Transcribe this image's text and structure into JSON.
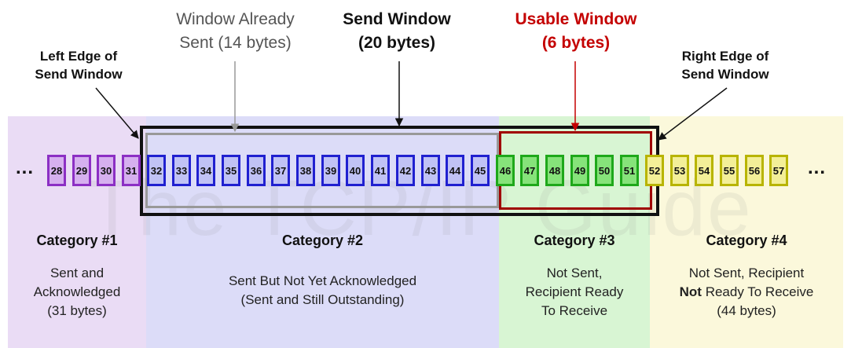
{
  "labels": {
    "left_edge": [
      "Left Edge of",
      "Send Window"
    ],
    "right_edge": [
      "Right Edge of",
      "Send Window"
    ],
    "already_sent": [
      "Window Already",
      "Sent (14 bytes)"
    ],
    "send_window": [
      "Send Window",
      "(20 bytes)"
    ],
    "usable_window": [
      "Usable Window",
      "(6 bytes)"
    ]
  },
  "watermark": "The TCP/IP Guide",
  "ellipsis_left": "...",
  "ellipsis_right": "...",
  "bytes": {
    "cat1": [
      "28",
      "29",
      "30",
      "31"
    ],
    "cat2": [
      "32",
      "33",
      "34",
      "35",
      "36",
      "37",
      "38",
      "39",
      "40",
      "41",
      "42",
      "43",
      "44",
      "45"
    ],
    "cat3": [
      "46",
      "47",
      "48",
      "49",
      "50",
      "51"
    ],
    "cat4": [
      "52",
      "53",
      "54",
      "55",
      "56",
      "57"
    ]
  },
  "categories": [
    {
      "title": "Category #1",
      "desc": [
        "Sent and",
        "Acknowledged",
        "(31 bytes)"
      ]
    },
    {
      "title": "Category #2",
      "desc": [
        "Sent But Not Yet Acknowledged",
        "(Sent and Still Outstanding)"
      ]
    },
    {
      "title": "Category #3",
      "desc": [
        "Not Sent,",
        "Recipient Ready",
        "To Receive"
      ]
    },
    {
      "title": "Category #4",
      "desc_line1": "Not Sent, Recipient",
      "desc_bold": "Not",
      "desc_line2_rest": " Ready To Receive",
      "desc_line3": "(44 bytes)"
    }
  ],
  "colors": {
    "cat1_region": "#eadcf5",
    "cat2_region": "#dcdcf8",
    "cat3_region": "#d8f5d3",
    "cat4_region": "#fbf8db",
    "usable_window": "#c40000",
    "already_sent": "#999999",
    "send_window": "#111111"
  }
}
